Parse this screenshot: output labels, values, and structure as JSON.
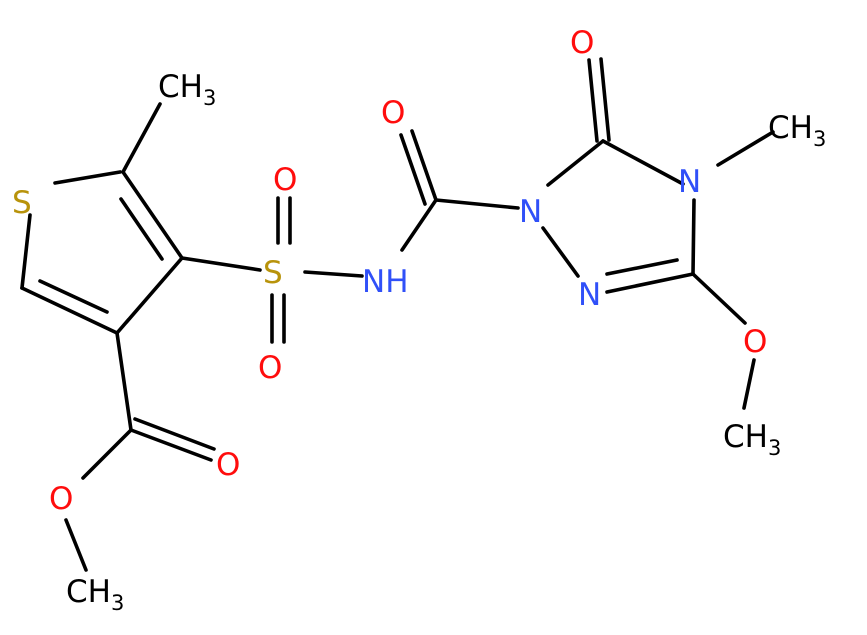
{
  "colors": {
    "carbon": "#000000",
    "oxygen": "#ff0d0d",
    "nitrogen": "#3050f8",
    "sulfur": "#b8930b"
  },
  "labels": {
    "thiophene_s": "S",
    "methyl_top": {
      "main": "CH",
      "sub": "3"
    },
    "sulfonyl_s": "S",
    "sulfonyl_o_top": "O",
    "sulfonyl_o_bottom": "O",
    "nh": "NH",
    "carbonyl_o": "O",
    "n1": "N",
    "ring_carbonyl_o": "O",
    "n4": "N",
    "n4_methyl": {
      "main": "CH",
      "sub": "3"
    },
    "n2": "N",
    "methoxy_o": "O",
    "methoxy_methyl": {
      "main": "CH",
      "sub": "3"
    },
    "ester_carbonyl_o": "O",
    "ester_o": "O",
    "ester_methyl": {
      "main": "CH",
      "sub": "3"
    }
  }
}
